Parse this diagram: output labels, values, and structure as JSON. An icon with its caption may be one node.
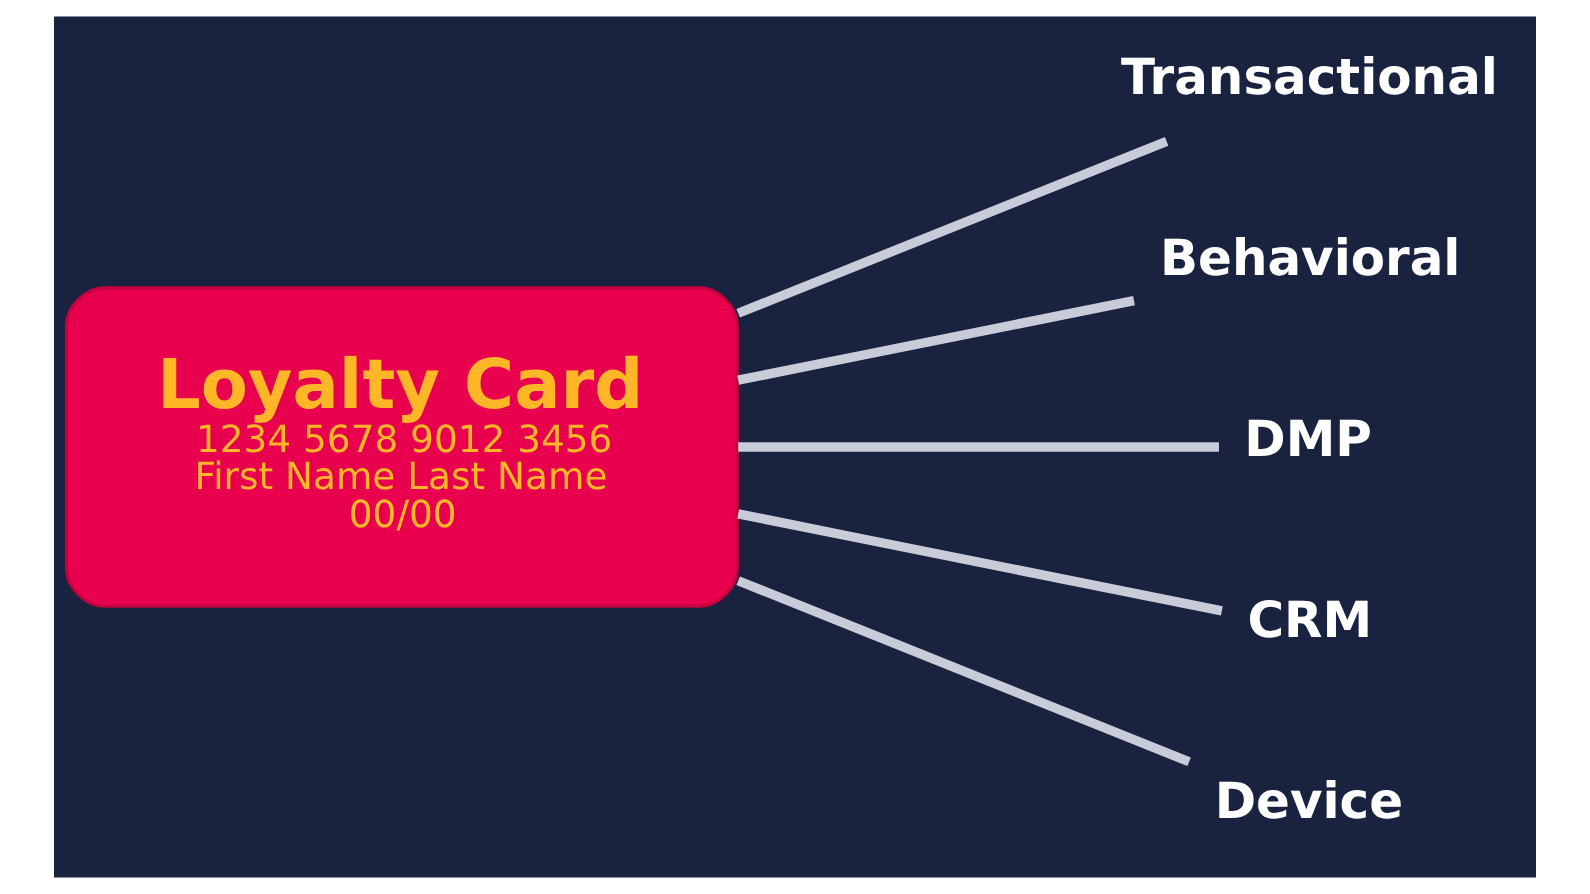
{
  "diagram": {
    "nodes": [
      {
        "text": [
          "Loyalty Card",
          "1234 5678 9012 3456",
          "First Name Last Name",
          "00/00"
        ]
      },
      {
        "text": [
          "Transactional"
        ]
      },
      {
        "text": [
          "Behavioral"
        ]
      },
      {
        "text": [
          "DMP"
        ]
      },
      {
        "text": [
          "CRM"
        ]
      },
      {
        "text": [
          "Device"
        ]
      }
    ],
    "edges": [
      {
        "from": 0,
        "to": 1,
        "arrow": "none"
      },
      {
        "from": 0,
        "to": 2,
        "arrow": "none"
      },
      {
        "from": 0,
        "to": 3,
        "arrow": "none"
      },
      {
        "from": 0,
        "to": 4,
        "arrow": "none"
      },
      {
        "from": 0,
        "to": 5,
        "arrow": "none"
      }
    ]
  }
}
